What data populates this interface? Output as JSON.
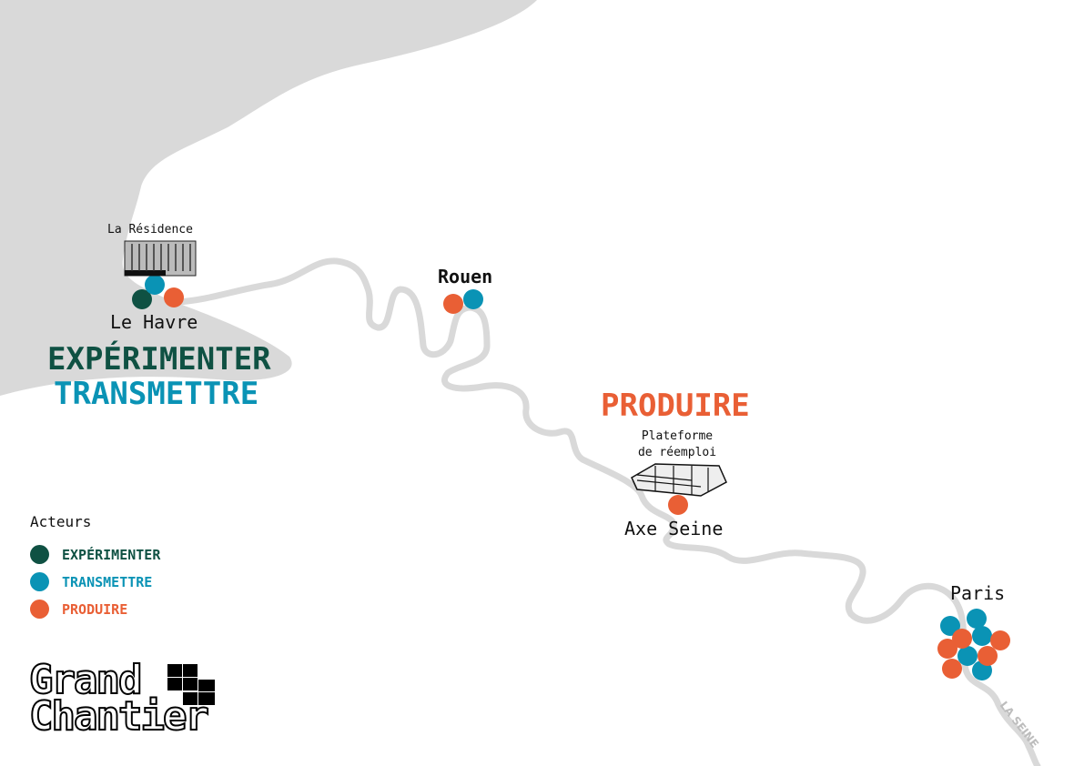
{
  "colors": {
    "experimenter": "#0f5143",
    "transmettre": "#0a93b5",
    "produire": "#e95f35",
    "land": "#d9d9d9",
    "river": "#d9d9d9"
  },
  "places": {
    "le_havre": {
      "name": "Le Havre",
      "site": "La Résidence",
      "actors": [
        "experimenter",
        "transmettre",
        "produire"
      ]
    },
    "rouen": {
      "name": "Rouen",
      "actors": [
        "produire",
        "transmettre"
      ]
    },
    "axe_seine": {
      "name": "Axe Seine",
      "site_line1": "Plateforme",
      "site_line2": "de réemploi",
      "actors": [
        "produire"
      ]
    },
    "paris": {
      "name": "Paris",
      "actors": [
        "transmettre",
        "transmettre",
        "transmettre",
        "transmettre",
        "transmettre",
        "produire",
        "produire",
        "produire",
        "produire",
        "produire"
      ]
    }
  },
  "headings": {
    "experimenter": "EXPÉRIMENTER",
    "transmettre": "TRANSMETTRE",
    "produire": "PRODUIRE"
  },
  "river_label": "LA SEINE",
  "legend": {
    "title": "Acteurs",
    "items": [
      {
        "label": "EXPÉRIMENTER",
        "key": "experimenter"
      },
      {
        "label": "TRANSMETTRE",
        "key": "transmettre"
      },
      {
        "label": "PRODUIRE",
        "key": "produire"
      }
    ]
  },
  "logo": {
    "line1": "Grand",
    "line2": "Chantier"
  }
}
